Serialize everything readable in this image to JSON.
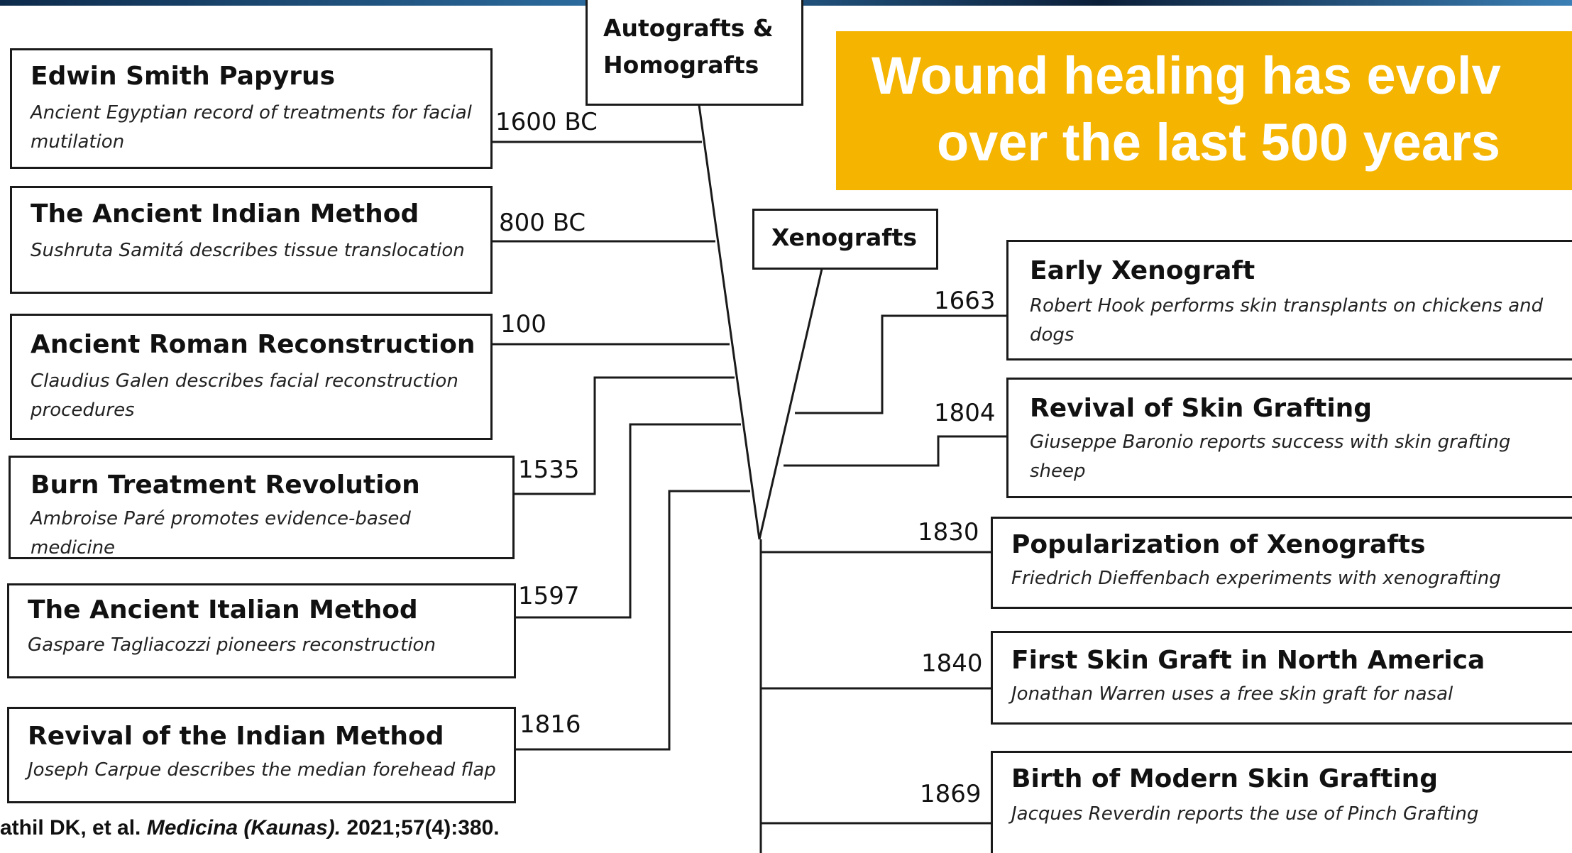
{
  "banner": {
    "line1": "Wound healing has evolv",
    "line2": "over the last 500 years"
  },
  "headers": {
    "autografts_line1": "Autografts &",
    "autografts_line2": "Homografts",
    "xenografts": "Xenografts"
  },
  "left_events": [
    {
      "year": "1600 BC",
      "title": "Edwin Smith Papyrus",
      "desc": "Ancient Egyptian record of treatments for facial mutilation"
    },
    {
      "year": "800 BC",
      "title": "The Ancient Indian Method",
      "desc": "Sushruta Samitá describes tissue translocation"
    },
    {
      "year": "100",
      "title": "Ancient Roman Reconstruction",
      "desc": "Claudius Galen describes facial reconstruction procedures"
    },
    {
      "year": "1535",
      "title": "Burn Treatment Revolution",
      "desc": "Ambroise Paré promotes evidence-based medicine"
    },
    {
      "year": "1597",
      "title": "The Ancient Italian Method",
      "desc": "Gaspare Tagliacozzi pioneers reconstruction"
    },
    {
      "year": "1816",
      "title": "Revival of the Indian Method",
      "desc": "Joseph Carpue describes the median forehead flap"
    }
  ],
  "right_events": [
    {
      "year": "1663",
      "title": "Early Xenograft",
      "desc": "Robert Hook performs skin transplants on chickens and dogs"
    },
    {
      "year": "1804",
      "title": "Revival of Skin Grafting",
      "desc": "Giuseppe Baronio reports success with skin grafting sheep"
    },
    {
      "year": "1830",
      "title": "Popularization of Xenografts",
      "desc": "Friedrich Dieffenbach experiments with xenografting"
    },
    {
      "year": "1840",
      "title": "First Skin Graft in North America",
      "desc": "Jonathan Warren uses a free skin graft for nasal"
    },
    {
      "year": "1869",
      "title": "Birth of Modern Skin Grafting",
      "desc": "Jacques Reverdin reports the use of Pinch Grafting"
    }
  ],
  "citation": {
    "prefix": "athil DK, et al. ",
    "journal": "Medicina (Kaunas).",
    "suffix": " 2021;57(4):380."
  }
}
